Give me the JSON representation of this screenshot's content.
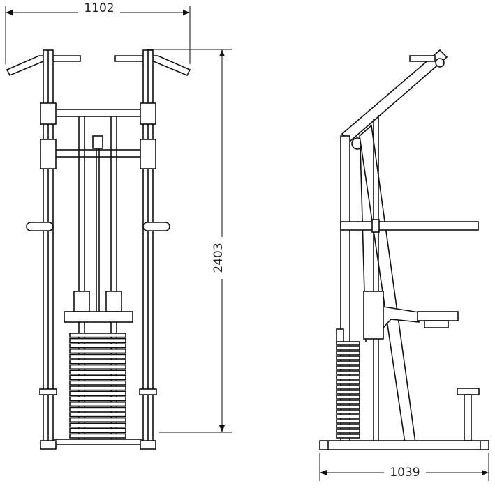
{
  "dimensions": {
    "width_front": "1102",
    "height": "2403",
    "depth_side": "1039"
  },
  "views": [
    "front-view",
    "side-view"
  ],
  "line_color": "#111111",
  "background": "#ffffff"
}
